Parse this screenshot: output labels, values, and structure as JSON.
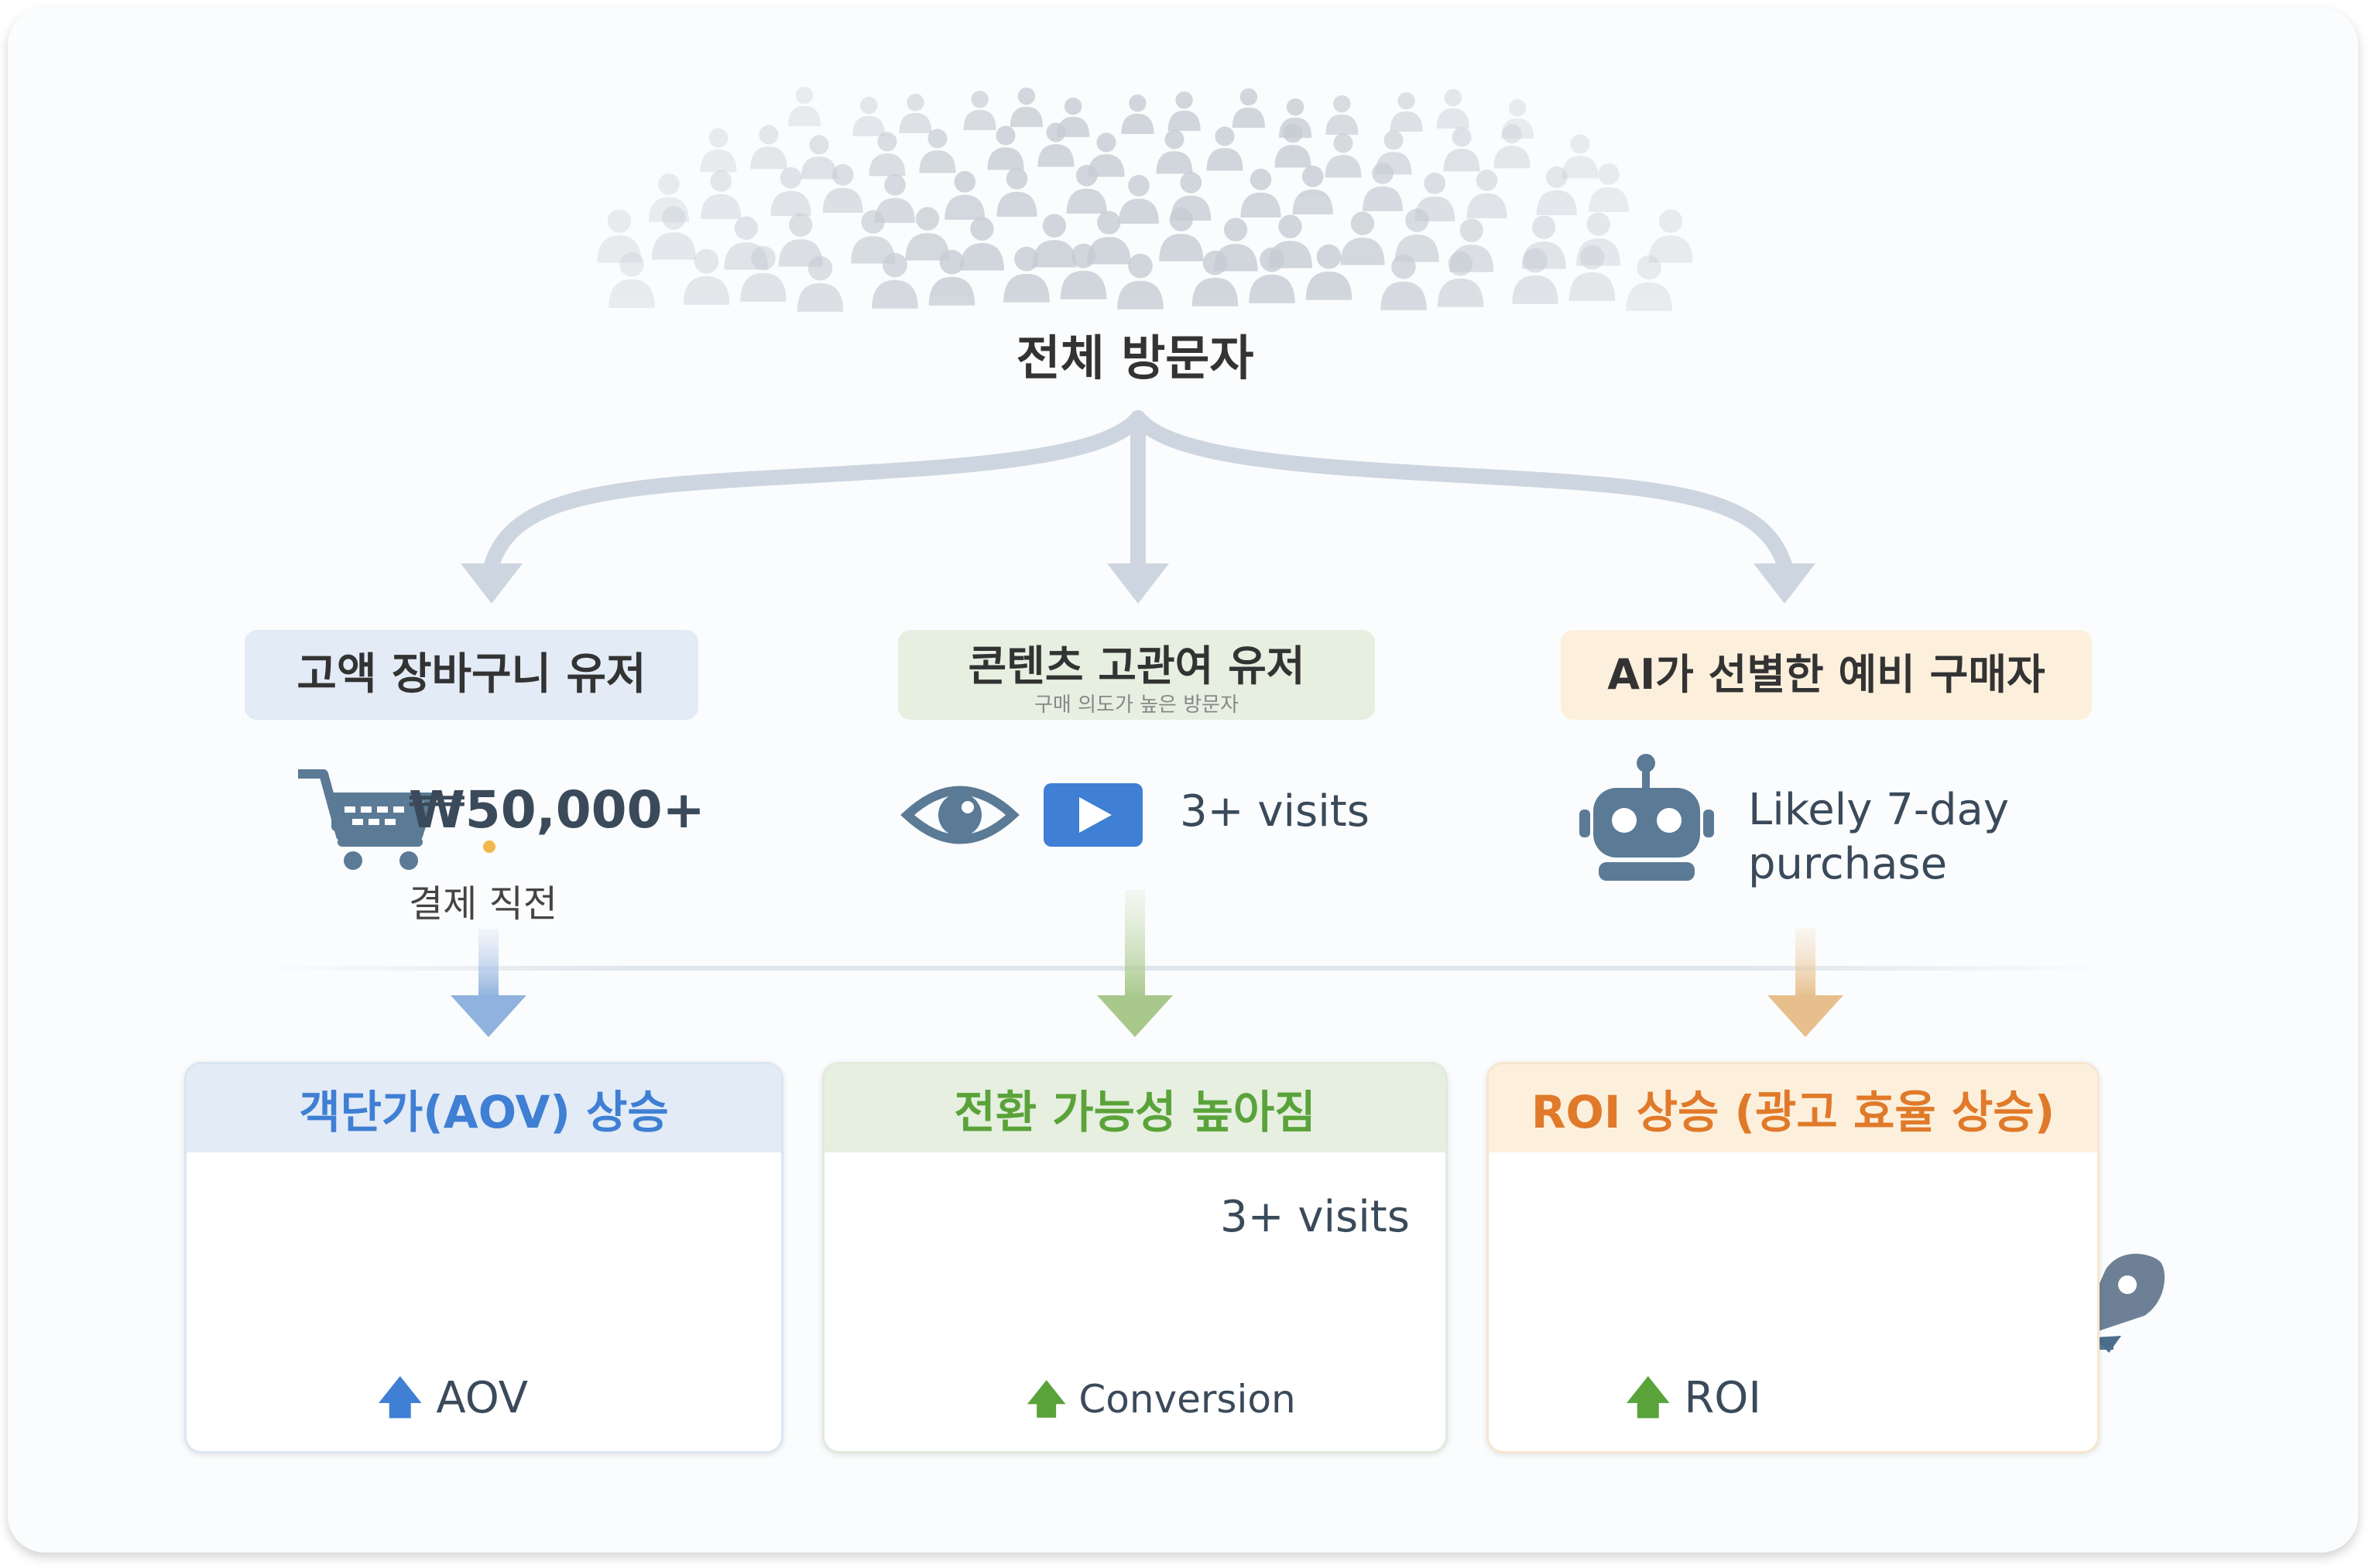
{
  "colors": {
    "blue": "#3f7fd4",
    "green": "#5aa33a",
    "orange": "#e07a2a",
    "blue_bg": "#e3ebf6",
    "green_bg": "#e6efe0",
    "orange_bg": "#fcf0dd",
    "arrow": "#cdd6e0",
    "text": "#333333"
  },
  "top": {
    "title": "전체 방문자"
  },
  "segments": [
    {
      "label": "고액 장바구니 유저",
      "sub": ""
    },
    {
      "label": "콘텐츠 고관여 유저",
      "sub": "구매 의도가 높은 방문자"
    },
    {
      "label": "AI가 선별한 예비 구매자",
      "sub": ""
    }
  ],
  "signals": {
    "cart": {
      "icon": "cart-icon",
      "amount": "₩50,000+",
      "note": "결제 직전"
    },
    "content": {
      "icons": [
        "eye-icon",
        "play-icon"
      ],
      "text": "3+ visits"
    },
    "ai": {
      "icon": "robot-icon",
      "line1": "Likely 7-day",
      "line2": "purchase"
    }
  },
  "results": [
    {
      "title": "객단가(AOV) 상승",
      "metric": "AOV",
      "extra": ""
    },
    {
      "title": "전환 가능성 높아짐",
      "metric": "Conversion",
      "extra": "3+ visits"
    },
    {
      "title": "ROI 상승 (광고 효율 상승)",
      "metric": "ROI",
      "extra": ""
    }
  ]
}
